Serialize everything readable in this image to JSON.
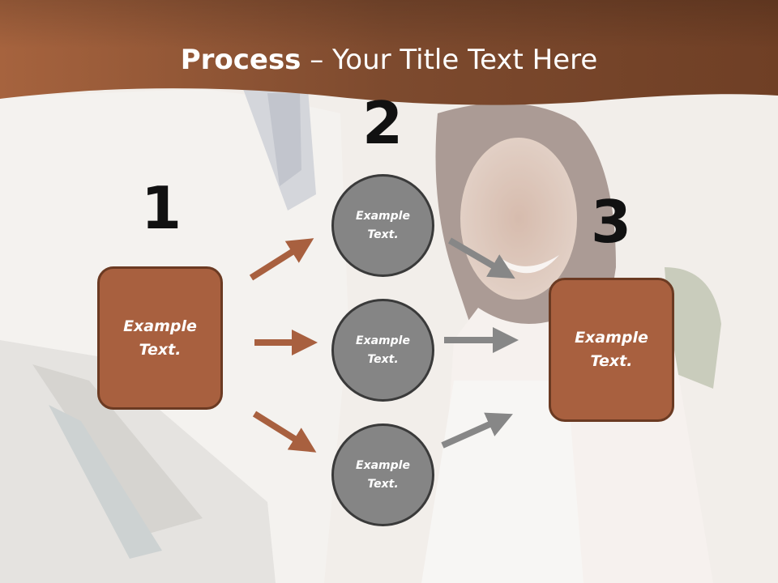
{
  "title": {
    "bold": "Process",
    "rest": " – Your Title Text Here"
  },
  "colors": {
    "header": "#8c5233",
    "box": "#a8603f",
    "box_border": "#6b3a22",
    "circle": "#858585",
    "circle_border": "#3a3a3a",
    "arrow_brown": "#a8603f",
    "arrow_gray": "#878787"
  },
  "steps": [
    {
      "number": "1",
      "text": "Example Text."
    },
    {
      "number": "2",
      "items": [
        "Example Text.",
        "Example Text.",
        "Example Text."
      ]
    },
    {
      "number": "3",
      "text": "Example Text."
    }
  ]
}
